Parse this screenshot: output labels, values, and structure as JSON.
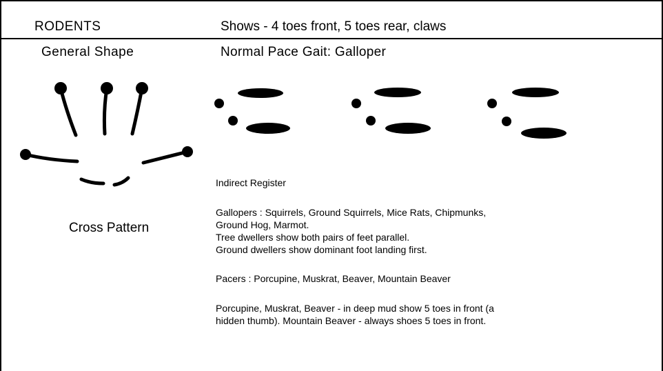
{
  "header": {
    "category": "RODENTS",
    "shows": "Shows - 4 toes front, 5 toes rear, claws"
  },
  "sections": {
    "general_shape": "General Shape",
    "gait": "Normal Pace Gait: Galloper",
    "pattern": "Cross Pattern"
  },
  "notes": {
    "register": "Indirect Register",
    "gallopers_1": "Gallopers : Squirrels, Ground Squirrels, Mice Rats, Chipmunks,",
    "gallopers_2": "Ground Hog, Marmot.",
    "tree": "Tree dwellers show both pairs of feet parallel.",
    "ground": "Ground dwellers show dominant foot landing first.",
    "pacers": "Pacers : Porcupine, Muskrat, Beaver, Mountain Beaver",
    "mud_1": "Porcupine, Muskrat, Beaver - in deep mud show 5 toes in front (a",
    "mud_2": "hidden thumb). Mountain Beaver - always shoes 5 toes in front."
  }
}
